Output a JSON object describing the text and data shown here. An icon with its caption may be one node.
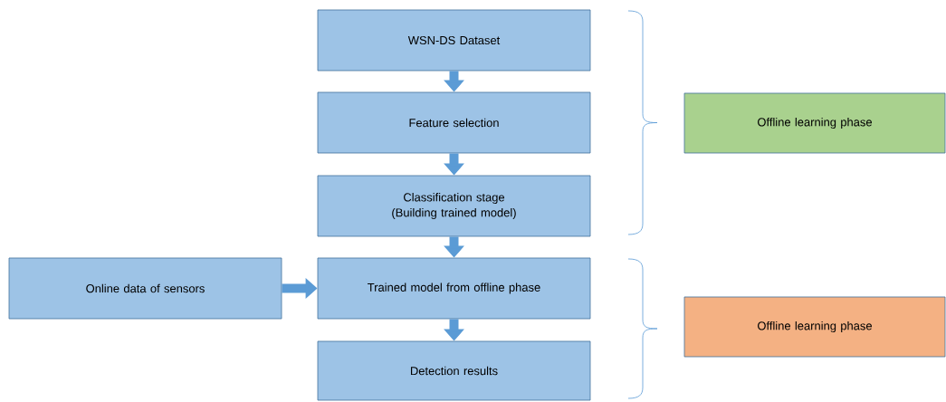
{
  "diagram": {
    "nodes": [
      {
        "text": [
          "WSN-DS Dataset"
        ]
      },
      {
        "text": [
          "Feature selection"
        ]
      },
      {
        "text": [
          "Classification stage (Building trained model)"
        ]
      },
      {
        "text": [
          "Online data of sensors"
        ]
      },
      {
        "text": [
          "Trained model from offline phase"
        ]
      },
      {
        "text": [
          "Detection results"
        ]
      },
      {
        "text": [
          "Offline learning phase"
        ]
      },
      {
        "text": [
          "Offline learning phase"
        ]
      }
    ],
    "edges": [
      {
        "from": 0,
        "to": 1,
        "arrow": "to"
      },
      {
        "from": 1,
        "to": 2,
        "arrow": "to"
      },
      {
        "from": 2,
        "to": 4,
        "arrow": "to"
      },
      {
        "from": 3,
        "to": 4,
        "arrow": "to"
      },
      {
        "from": 4,
        "to": 5,
        "arrow": "to"
      }
    ]
  }
}
